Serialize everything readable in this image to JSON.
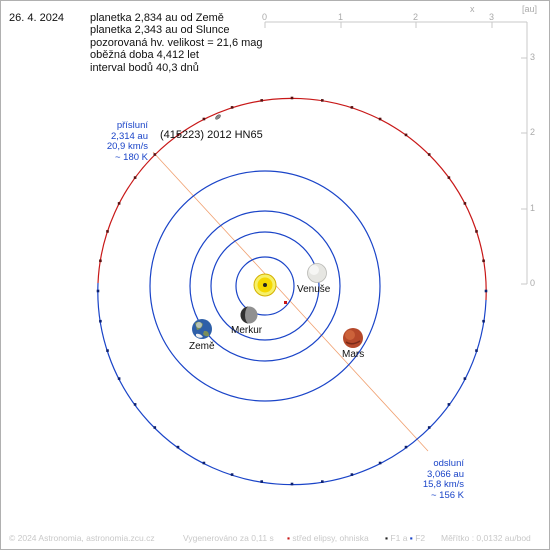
{
  "date": "26. 4. 2024",
  "info": [
    "planetka 2,834 au od Země",
    "planetka 2,343 au od Slunce",
    "pozorovaná hv. velikost = 21,6 mag",
    "oběžná doba 4,412 let",
    "interval bodů 40,3 dnů"
  ],
  "asteroid_name": "(415223) 2012 HN65",
  "perihelion": [
    "přísluní",
    "2,314 au",
    "20,9 km/s",
    "~ 180 K"
  ],
  "aphelion": [
    "odsluní",
    "3,066 au",
    "15,8 km/s",
    "~ 156 K"
  ],
  "planets": {
    "venus": "Venuše",
    "mercury": "Merkur",
    "earth": "Země",
    "mars": "Mars"
  },
  "axis": {
    "x_letter": "x",
    "unit": "[au]",
    "x_ticks": [
      "0",
      "1",
      "2",
      "3"
    ],
    "y_ticks": [
      "3",
      "2",
      "1",
      "0"
    ]
  },
  "footer": {
    "copyright": "© 2024 Astronomia, astronomia.zcu.cz",
    "generated": "Vygenerováno za 0,11 s",
    "center_marker": "▪",
    "legend_center": "střed elipsy, ohniska",
    "f1_marker": "▪",
    "f1": "F1",
    "and": "a",
    "f2_marker": "▪",
    "f2": "F2",
    "scale": "Měřítko : 0,0132 au/bod"
  },
  "colors": {
    "orbit_blue": "#1a44c8",
    "orbit_red": "#c81818",
    "apsis_line": "#f0a070",
    "sun": "#f5d800"
  }
}
